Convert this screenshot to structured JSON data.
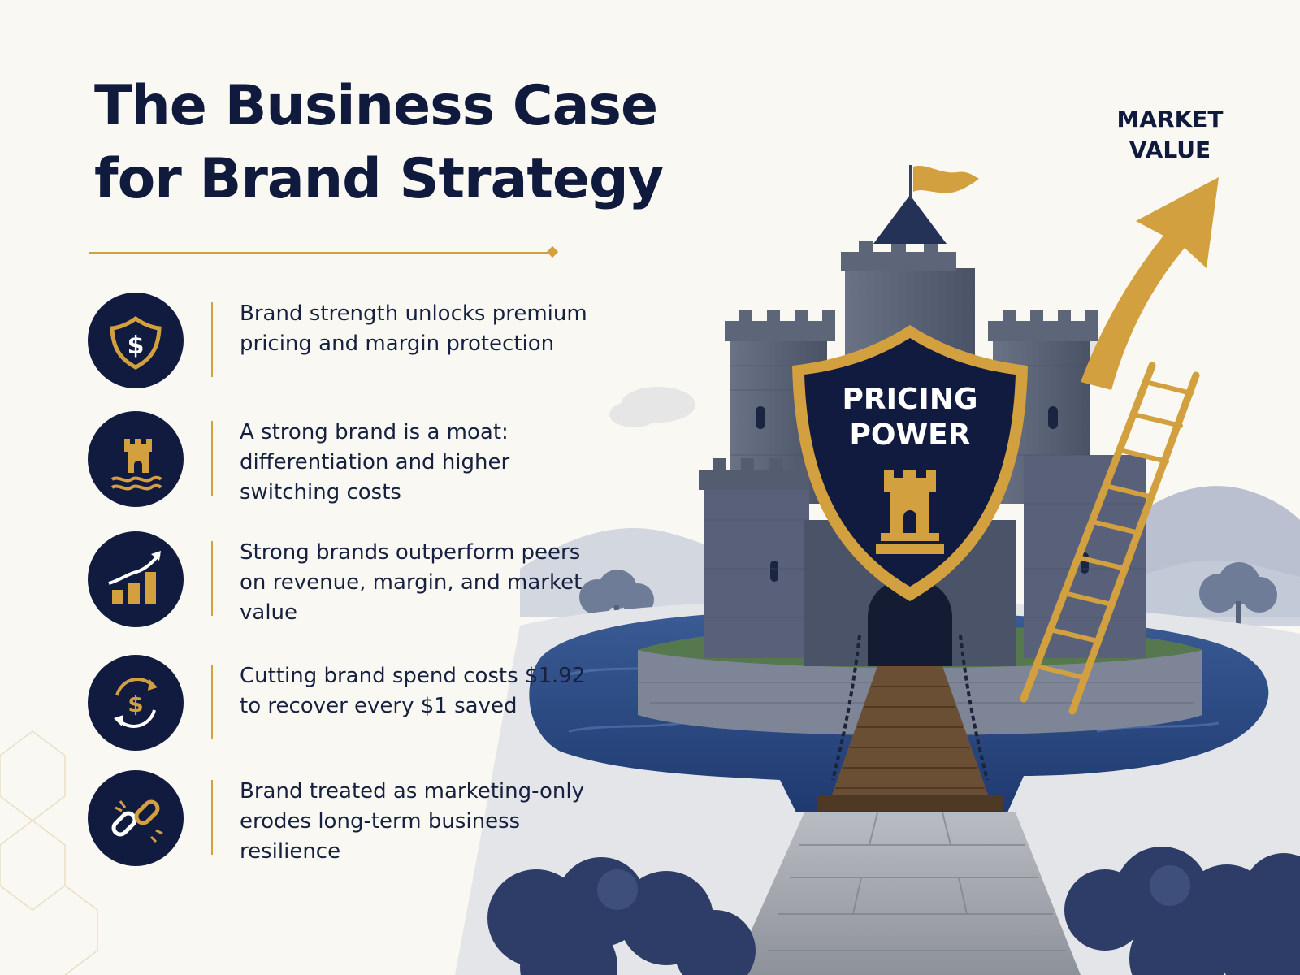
{
  "title": {
    "line1": "The Business Case",
    "line2": "for Brand Strategy"
  },
  "points": [
    {
      "icon": "shield-dollar-icon",
      "text": "Brand strength unlocks premium pricing and margin protection"
    },
    {
      "icon": "castle-moat-icon",
      "text": "A strong brand is a moat: differentiation and higher switching costs"
    },
    {
      "icon": "growth-chart-icon",
      "text": "Strong brands outperform peers on revenue, margin, and market value"
    },
    {
      "icon": "dollar-cycle-icon",
      "text": "Cutting brand spend costs $1.92 to recover every $1 saved"
    },
    {
      "icon": "broken-chain-icon",
      "text": "Brand treated as marketing-only erodes long-term business resilience"
    }
  ],
  "illustration": {
    "market_value_label": "MARKET VALUE",
    "shield_label": "PRICING POWER"
  },
  "colors": {
    "navy": "#101b3f",
    "gold": "#d2a03f",
    "stone": "#5e6679",
    "water": "#2c4e8a",
    "background": "#faf8f3"
  }
}
